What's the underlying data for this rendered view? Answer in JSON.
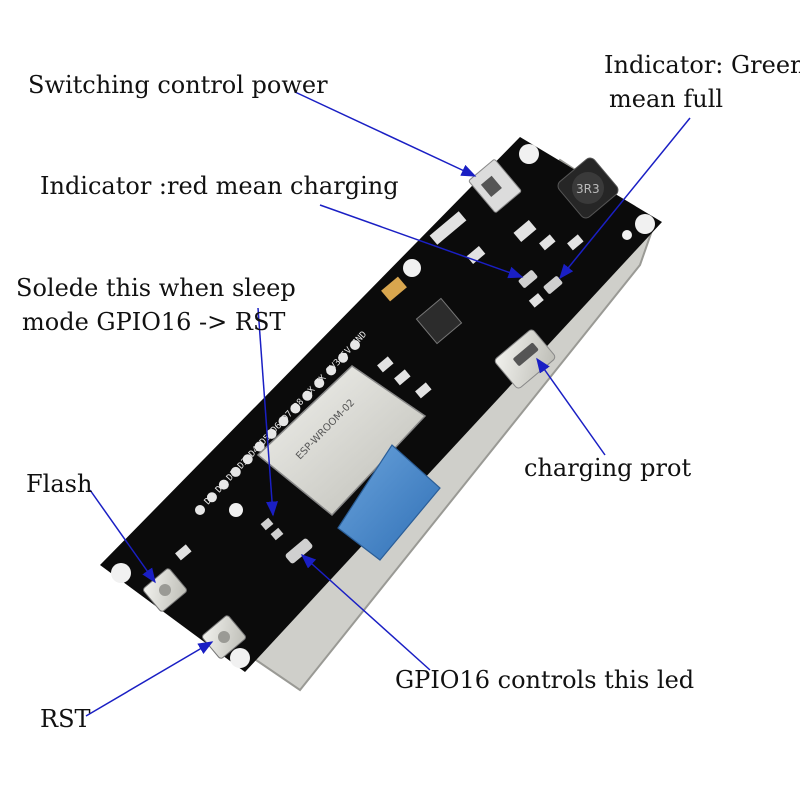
{
  "labels": {
    "switching_control_power": "Switching control power",
    "indicator_green_line1": "Indicator: Green",
    "indicator_green_line2": "mean full",
    "indicator_red": "Indicator :red mean charging",
    "solder_line1": "Solede this when sleep",
    "solder_line2": "mode GPIO16 -> RST",
    "flash": "Flash",
    "charging_port": "charging prot",
    "gpio16_led": "GPIO16 controls this led",
    "rst": "RST"
  },
  "board": {
    "module_brand": "ESP-WROOM-02",
    "pin_header_text": "D0 D1 D2 D3 D4 D5 D6 D7 D8 RX TX 3V3 5V GND",
    "inductor_marking": "3R3"
  },
  "colors": {
    "pcb": "#0b0b0b",
    "arrow": "#1a1fc4",
    "shield": "#d9d9d4",
    "antenna": "#3f82c8"
  }
}
